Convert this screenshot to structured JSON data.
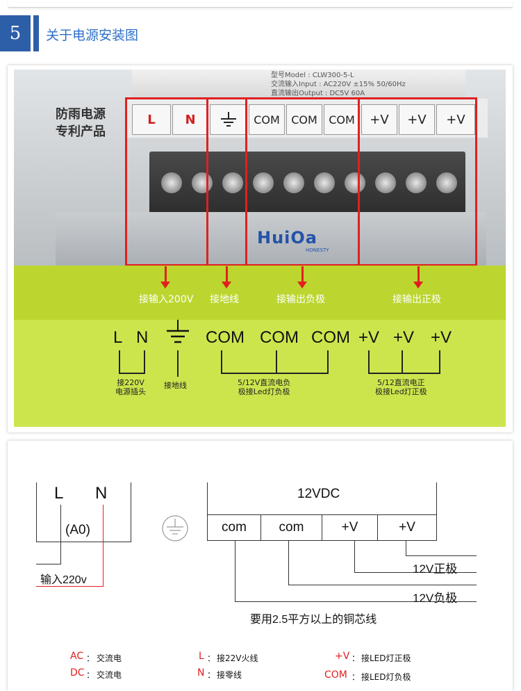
{
  "section": {
    "number": "5",
    "title": "关于电源安装图"
  },
  "photo": {
    "label_lines": [
      "型号Model    : CLW300-5-L",
      "交流输入Input  : AC220V ±15% 50/60Hz",
      "直流输出Output : DC5V   60A"
    ],
    "side_text": [
      "防雨电源",
      "专利产品"
    ],
    "terminals": [
      "L",
      "N",
      "",
      "COM",
      "COM",
      "COM",
      "+V",
      "+V",
      "+V"
    ],
    "brand": "HuiOa",
    "brand_sub": "HONESTY",
    "labels": {
      "input": "接输入200V",
      "ground": "接地线",
      "negative": "接输出负极",
      "positive": "接输出正极"
    },
    "diagram": {
      "terminals": [
        "L",
        "N",
        "COM",
        "COM",
        "COM",
        "+V",
        "+V",
        "+V"
      ],
      "note_input": "接220V\n电源插头",
      "note_ground": "接地线",
      "note_negative": "5/12V直流电负\n极接Led灯负极",
      "note_positive": "5/12直流电正\n极接Led灯正极"
    }
  },
  "wiring": {
    "l_label": "L",
    "n_label": "N",
    "a0_label": "(A0)",
    "input_label": "输入220v",
    "dc_label": "12VDC",
    "boxes": [
      "com",
      "com",
      "+V",
      "+V"
    ],
    "pos_label": "12V正极",
    "neg_label": "12V负极",
    "wire_note": "要用2.5平方以上的铜芯线"
  },
  "legend": [
    {
      "key": "AC",
      "sep": "：",
      "value": "交流电"
    },
    {
      "key": "DC",
      "sep": "：",
      "value": "交流电"
    },
    {
      "key": "L",
      "sep": "：",
      "value": "接22V火线"
    },
    {
      "key": "N",
      "sep": "：",
      "value": "接零线"
    },
    {
      "key": "+V",
      "sep": "：",
      "value": "接LED灯正极"
    },
    {
      "key": "COM",
      "sep": "：",
      "value": "接LED灯负极"
    }
  ],
  "colors": {
    "accent_blue": "#2d5fa8",
    "title_blue": "#2d6fc8",
    "red": "#e02020",
    "lime": "#cde54d"
  }
}
